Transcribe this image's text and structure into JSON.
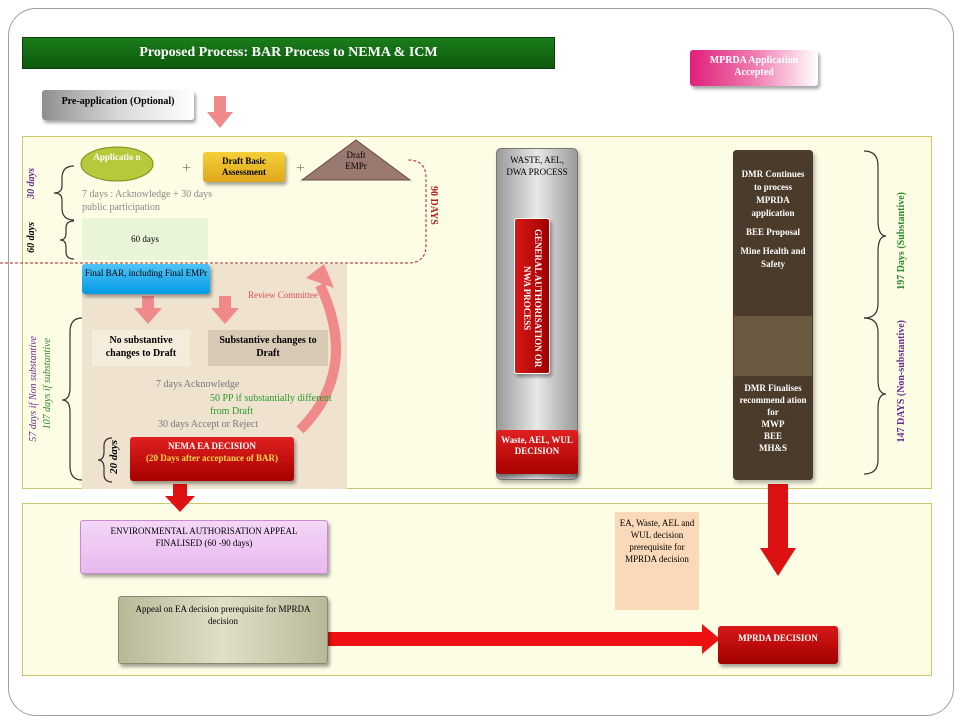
{
  "title": "Proposed Process:  BAR Process to NEMA & ICM",
  "mprda_accepted": "MPRDA Application Accepted",
  "pre_application": "Pre-application (Optional)",
  "application": "Applicatio n",
  "plus1": "+",
  "plus2": "+",
  "draft_basic": "Draft Basic Assessment",
  "draft_empr": "Draft EMPr",
  "seven_days_pp": "7 days : Acknowledge + 30 days public participation",
  "thirty_days": "30  days",
  "sixty_days_label": "60 days",
  "sixty_days_box": "60 days",
  "ninety_days": "90 DAYS",
  "final_bar": "Final BAR, including Final EMPr",
  "review_committee": "Review Committee",
  "no_substantive": "No substantive changes to Draft",
  "substantive": "Substantive changes to Draft",
  "seven_days_ack": "7 days Acknowledge",
  "fifty_pp": "50 PP if substantially different from Draft",
  "thirty_accept": "30 days Accept or Reject",
  "nema_decision_line1": "NEMA EA DECISION",
  "nema_decision_line2": "(20 Days after acceptance of BAR)",
  "twenty_days": "20 days",
  "non_substantive": "57 days if Non substantive",
  "substantive_days": "107 days if  substantive",
  "waste_aelwda": "WASTE, AEL, DWA PROCESS",
  "general_auth": "GENERAL AUTHORISATION OR NWA PROCESS",
  "waste_decision": "Waste, AEL, WUL DECISION",
  "dmr_continues": "DMR Continues to process MPRDA application",
  "bee_proposal": "BEE Proposal",
  "mine_health": "Mine Health and Safety",
  "dmr_finalises": "DMR Finalises recommend ation for",
  "mwp": "MWP",
  "bee": "BEE",
  "mhs": "MH&S",
  "days_197": "197 Days (Substantive)",
  "days_147": "147  DAYS (Non-substantive)",
  "env_appeal": "ENVIRONMENTAL AUTHORISATION APPEAL FINALISED (60 -90 days)",
  "appeal_prereq": "Appeal on EA decision prerequisite for MPRDA decision",
  "ea_waste_prereq": "EA, Waste, AEL and WUL decision prerequisite for MPRDA decision",
  "mprda_decision": "MPRDA DECISION",
  "colors": {
    "title_green": "#0d6b0d",
    "red": "#cc0000",
    "pink_arrow": "#f08a8a",
    "panel": "#fdfde6",
    "magenta": "#e0207a",
    "blue": "#29b6f6"
  }
}
